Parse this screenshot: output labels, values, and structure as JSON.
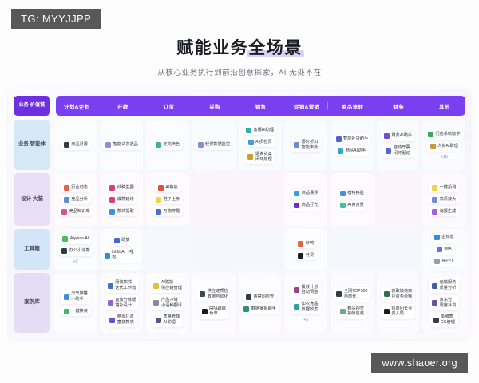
{
  "watermarks": {
    "top_left": "TG: MYYJJPP",
    "bottom_right": "www.shaoer.org"
  },
  "header": {
    "title_plain": "赋能业务",
    "title_highlight": "全场景",
    "subtitle": "从核心业务执行到前沿创意探索，AI 无处不在"
  },
  "valuechain": {
    "root_label": "业务\n价值链",
    "stages": [
      "计划&企划",
      "开款",
      "订货",
      "采购",
      "销售",
      "促销&营销",
      "商品流转",
      "财务",
      "其他"
    ]
  },
  "rows": [
    {
      "label": "业务\n智能体",
      "tint": "tint-a",
      "band": "band-a",
      "cells": [
        {
          "chips": [
            {
              "t": "商品月报",
              "c": "#2f3b45"
            }
          ]
        },
        {
          "chips": [
            {
              "t": "智能试衣选品",
              "c": "#8a8fd6"
            }
          ]
        },
        {
          "chips": [
            {
              "t": "定向换色",
              "c": "#37b97f"
            }
          ]
        },
        {
          "chips": [
            {
              "t": "轻供数据监控",
              "c": "#7f8fd8"
            }
          ]
        },
        {
          "chips": [
            {
              "t": "客服AI助理",
              "c": "#2bb5a0"
            },
            {
              "t": "AI质检员",
              "c": "#3f9fe0"
            },
            {
              "t": "退换货案\n闭环处理",
              "c": "#c9a227"
            }
          ]
        },
        {
          "chips": [
            {
              "t": "限时折扣\n智能审批",
              "c": "#6f8ad8"
            }
          ]
        },
        {
          "chips": [
            {
              "t": "智能补货助手",
              "c": "#4a63d8"
            },
            {
              "t": "商品AI助手",
              "c": "#2fa9c7"
            }
          ]
        },
        {
          "chips": [
            {
              "t": "财务AI助手",
              "c": "#6a4fd0"
            },
            {
              "t": "自动开票\n闭环驱动",
              "c": "#5566d6"
            }
          ]
        },
        {
          "chips": [
            {
              "t": "门店系统助手",
              "c": "#38a85c"
            },
            {
              "t": "人资AI助理",
              "c": "#c99a3c"
            }
          ],
          "more": "+10"
        }
      ]
    },
    {
      "label": "设计\n大脑",
      "tint": "tint-b",
      "band": "band-b",
      "cells": [
        {
          "chips": [
            {
              "t": "行业动态",
              "c": "#e2624a"
            },
            {
              "t": "竞品分析",
              "c": "#5b8ed8"
            },
            {
              "t": "竞品知识库",
              "c": "#d8508f"
            }
          ]
        },
        {
          "chips": [
            {
              "t": "线稿生图",
              "c": "#d8407a"
            },
            {
              "t": "爆款延续",
              "c": "#d8407a"
            },
            {
              "t": "款式提取",
              "c": "#3f8fe0"
            }
          ]
        },
        {
          "chips": [
            {
              "t": "AI换装",
              "c": "#e2513f"
            },
            {
              "t": "鞋子上身",
              "c": "#efd34f"
            },
            {
              "t": "万物穿戴",
              "c": "#4b6fd8"
            }
          ]
        },
        {
          "chips": []
        },
        {
          "chips": []
        },
        {
          "chips": [
            {
              "t": "商品漂浮",
              "c": "#2fa3d8"
            },
            {
              "t": "商品打光",
              "c": "#6a2fd0"
            }
          ]
        },
        {
          "chips": [
            {
              "t": "模特换脸",
              "c": "#3f8fe0"
            },
            {
              "t": "AI换背景",
              "c": "#3fc49a"
            }
          ]
        },
        {
          "chips": []
        },
        {
          "chips": [
            {
              "t": "一键投测",
              "c": "#efd34f"
            },
            {
              "t": "高清放大",
              "c": "#6f8ad8"
            },
            {
              "t": "海报生成",
              "c": "#a85fd8"
            }
          ]
        }
      ]
    },
    {
      "label": "工具箱",
      "tint": "tint-c",
      "band": "band-c",
      "cells": [
        {
          "chips": [
            {
              "t": "Atypica.AI",
              "c": "#3fc15f"
            },
            {
              "t": "办公小浣熊",
              "c": "#2f3b45"
            }
          ],
          "more": "+2"
        },
        {
          "chips": [
            {
              "t": "即梦",
              "c": "#4a63d8"
            },
            {
              "t": "LiblibAI（哩布）",
              "c": "#2f8fd8"
            }
          ]
        },
        {
          "chips": []
        },
        {
          "chips": []
        },
        {
          "chips": []
        },
        {
          "chips": [
            {
              "t": "秒鸭",
              "c": "#e2624a"
            },
            {
              "t": "可灵",
              "c": "#1c1c24"
            }
          ]
        },
        {
          "chips": []
        },
        {
          "chips": []
        },
        {
          "chips": [
            {
              "t": "企知道",
              "c": "#2f8fd8"
            },
            {
              "t": "IMA",
              "c": "#6f6fd8"
            },
            {
              "t": "AiPPT",
              "c": "#9a9ab0"
            }
          ]
        }
      ]
    },
    {
      "label": "案例库",
      "tint": "tint-d",
      "band": "band-d",
      "cells": [
        {
          "chips": [
            {
              "t": "天气穿搭\n小助手",
              "c": "#3f8fe0"
            },
            {
              "t": "一键换装",
              "c": "#3fb56f"
            }
          ]
        },
        {
          "chips": [
            {
              "t": "服装款式\n迭代工作流",
              "c": "#3f6fd8"
            },
            {
              "t": "童装分体版\n墙补设计",
              "c": "#9a5fd8"
            },
            {
              "t": "两周打造\n童装款式",
              "c": "#6f4fd8"
            }
          ]
        },
        {
          "chips": [
            {
              "t": "AI赋能\n供应链管理",
              "c": "#e0c23f"
            },
            {
              "t": "产品冷域\n小语种翻译",
              "c": "#8a8a9c"
            },
            {
              "t": "质量管理\nAI助理",
              "c": "#4a5a8c"
            }
          ]
        },
        {
          "chips": [
            {
              "t": "供应链质检\n数据自动化",
              "c": "#3a4a5c"
            },
            {
              "t": "RPA跟踪\n价单",
              "c": "#1c1c24"
            }
          ]
        },
        {
          "chips": [
            {
              "t": "违禁词检查",
              "c": "#2f3b45"
            },
            {
              "t": "数据播报助手",
              "c": "#2f8f6f"
            }
          ]
        },
        {
          "chips": [
            {
              "t": "投放计划\n自动调整",
              "c": "#a03f7f"
            },
            {
              "t": "知衣竞品\n数据收集",
              "c": "#2f9f9f"
            }
          ],
          "more": "+5"
        },
        {
          "chips": [
            {
              "t": "全网TOP300\n自动化",
              "c": "#2f3b45"
            },
            {
              "t": "鞋品视觉\n抽帧包装",
              "c": "#6fa89a"
            }
          ]
        },
        {
          "chips": [
            {
              "t": "获取微信商\n户资金余额",
              "c": "#2f6f4f"
            },
            {
              "t": "抖音团长业\n务入局",
              "c": "#1c1c24"
            }
          ]
        },
        {
          "chips": [
            {
              "t": "运输服务\n质量分析",
              "c": "#3f5fa8"
            },
            {
              "t": "京东仓\n周度补货",
              "c": "#6a4fa0"
            },
            {
              "t": "多维表\nGS管理",
              "c": "#3a3a4c"
            }
          ]
        }
      ]
    }
  ]
}
